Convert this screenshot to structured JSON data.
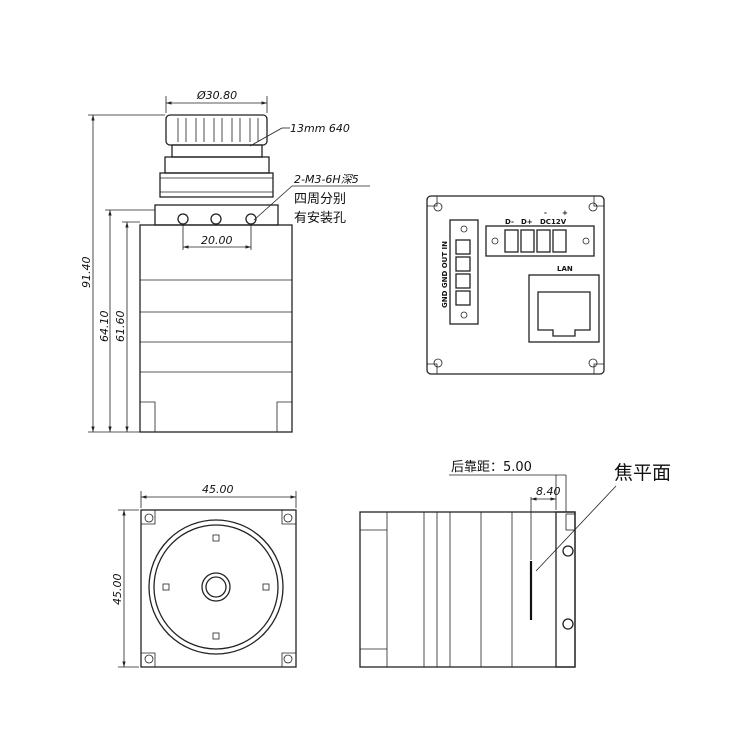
{
  "dims": {
    "top_diameter": "Ø30.80",
    "lens_label": "13mm 640",
    "thread_callout": "2-M3-6H深5",
    "thread_note_line1": "四周分别",
    "thread_note_line2": "有安装孔",
    "hole_spacing": "20.00",
    "total_height": "91.40",
    "height_a": "64.10",
    "height_b": "61.60",
    "front_width": "45.00",
    "front_height": "45.00",
    "back_focus": "后靠距：5.00",
    "focal_offset": "8.40",
    "focal_plane": "焦平面"
  },
  "rear_panel": {
    "label_d_minus": "D-",
    "label_d_plus": "D+",
    "label_minus": "-",
    "label_plus": "+",
    "label_dc": "DC12V",
    "label_lan": "LAN",
    "label_io": "GND GND OUT IN"
  }
}
